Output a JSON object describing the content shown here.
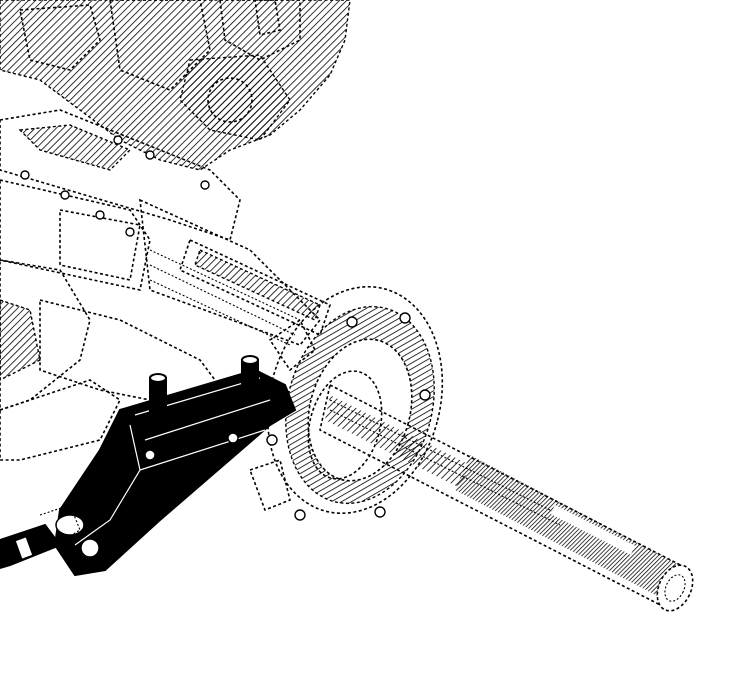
{
  "figure": {
    "background_color": "#ffffff",
    "ink_color": "#000000",
    "parts": [
      {
        "name": "ghosted-frame-assembly",
        "style": "dashed-outline"
      },
      {
        "name": "flange-hub",
        "style": "dashed-outline"
      },
      {
        "name": "shaft",
        "style": "dashed-outline"
      },
      {
        "name": "tool-bracket",
        "style": "solid-black"
      },
      {
        "name": "guide-pin-left",
        "style": "solid-black"
      },
      {
        "name": "guide-pin-right",
        "style": "solid-black"
      },
      {
        "name": "linkage-arm",
        "style": "solid-black"
      }
    ]
  }
}
